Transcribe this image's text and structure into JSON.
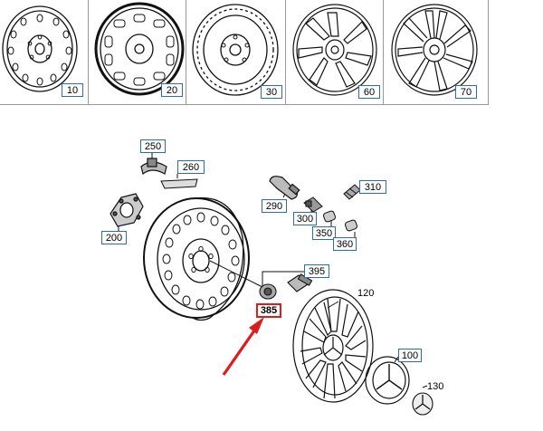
{
  "catalog": {
    "wheel_variants": [
      {
        "label": "10",
        "type": "steel-wheel-round-holes"
      },
      {
        "label": "20",
        "type": "steel-wheel-slotted"
      },
      {
        "label": "30",
        "type": "steel-wheel-perforated"
      },
      {
        "label": "60",
        "type": "alloy-wheel-spoked"
      },
      {
        "label": "70",
        "type": "alloy-wheel-twin-spoke"
      }
    ],
    "parts": [
      {
        "label": "250",
        "name": "balance-weight-clip"
      },
      {
        "label": "260",
        "name": "balance-weight-adhesive"
      },
      {
        "label": "200",
        "name": "wheel-hub-adapter"
      },
      {
        "label": "310",
        "name": "valve-stem"
      },
      {
        "label": "290",
        "name": "tire-pressure-sensor"
      },
      {
        "label": "300",
        "name": "sensor-valve-nut"
      },
      {
        "label": "350",
        "name": "valve-cap"
      },
      {
        "label": "360",
        "name": "valve-core"
      },
      {
        "label": "395",
        "name": "wheel-bolt"
      },
      {
        "label": "120",
        "name": "wheel-cover"
      },
      {
        "label": "100",
        "name": "hub-cap"
      },
      {
        "label": "130",
        "name": "emblem-star"
      }
    ],
    "highlighted_part": {
      "label": "385",
      "name": "wheel-nut-highlighted"
    }
  },
  "colors": {
    "callout_border": "#2a6db5",
    "highlight": "#e01b1b",
    "line": "#1a1a1a",
    "grid": "#999999"
  }
}
